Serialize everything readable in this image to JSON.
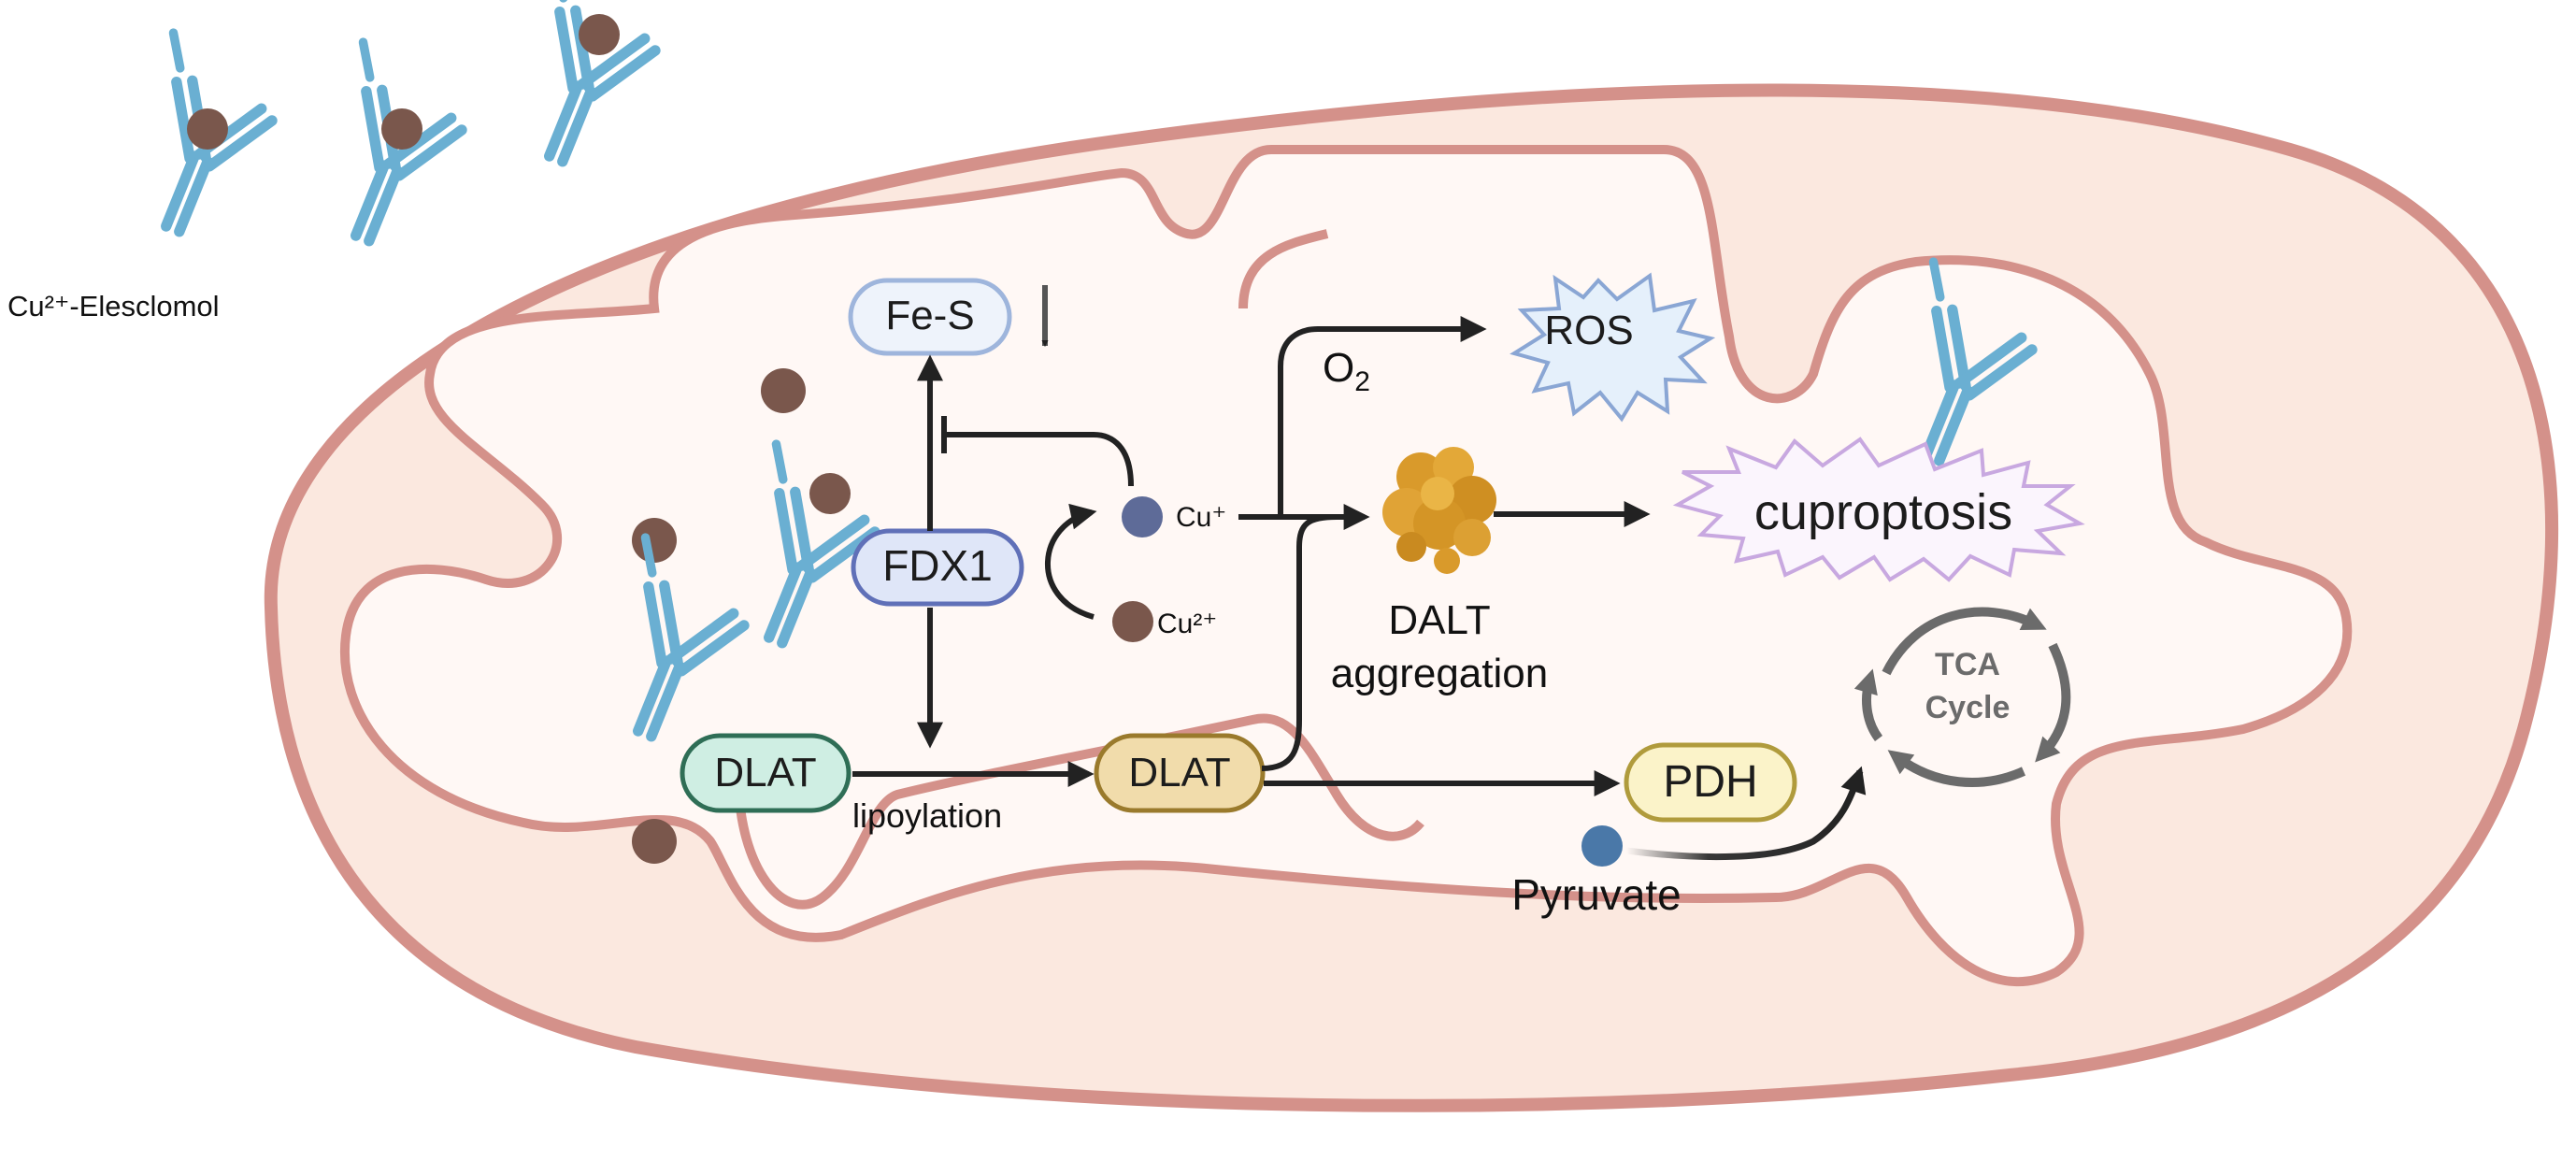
{
  "labels": {
    "complex": "Cu²⁺-Elesclomol",
    "fes": "Fe-S",
    "fdx1": "FDX1",
    "cu_plus": "Cu⁺",
    "cu2_plus": "Cu²⁺",
    "o2": "O₂",
    "ros": "ROS",
    "cuproptosis": "cuproptosis",
    "dalt_agg_line1": "DALT",
    "dalt_agg_line2": "aggregation",
    "dlat_left": "DLAT",
    "dlat_right": "DLAT",
    "lipoylation": "lipoylation",
    "pdh": "PDH",
    "pyruvate": "Pyruvate",
    "tca_line1": "TCA",
    "tca_line2": "Cycle"
  },
  "colors": {
    "membrane": "#d4918a",
    "outer_fill": "#fbe8df",
    "matrix_fill": "#fff8f5",
    "antibody": "#6aafd2",
    "copper_ball": "#7a574c",
    "arrow": "#222222",
    "fes_fill": "#eef3fb",
    "fes_stroke": "#9eb5dc",
    "fdx1_fill": "#dfe6f8",
    "fdx1_stroke": "#6070b8",
    "dlat1_fill": "#cfeee3",
    "dlat1_stroke": "#2f6e56",
    "dlat2_fill": "#f1dcab",
    "dlat2_stroke": "#9a7a2c",
    "pdh_fill": "#fbf3c9",
    "pdh_stroke": "#b09b3c",
    "ros_fill": "#e5f0fb",
    "ros_stroke": "#8aa6d4",
    "cuproptosis_fill": "#fbf5fd",
    "cuproptosis_stroke": "#c8a8e0",
    "aggregate": "#d99a2b",
    "cu_plus_ball": "#5e6b98",
    "pyruvate_ball": "#4a78a8",
    "tca_arrows": "#6b6b6b"
  },
  "icons": [
    "antibody-icon",
    "copper-ion-icon",
    "protein-aggregate-icon",
    "starburst-icon",
    "cycle-arrows-icon",
    "down-arrow-icon"
  ]
}
